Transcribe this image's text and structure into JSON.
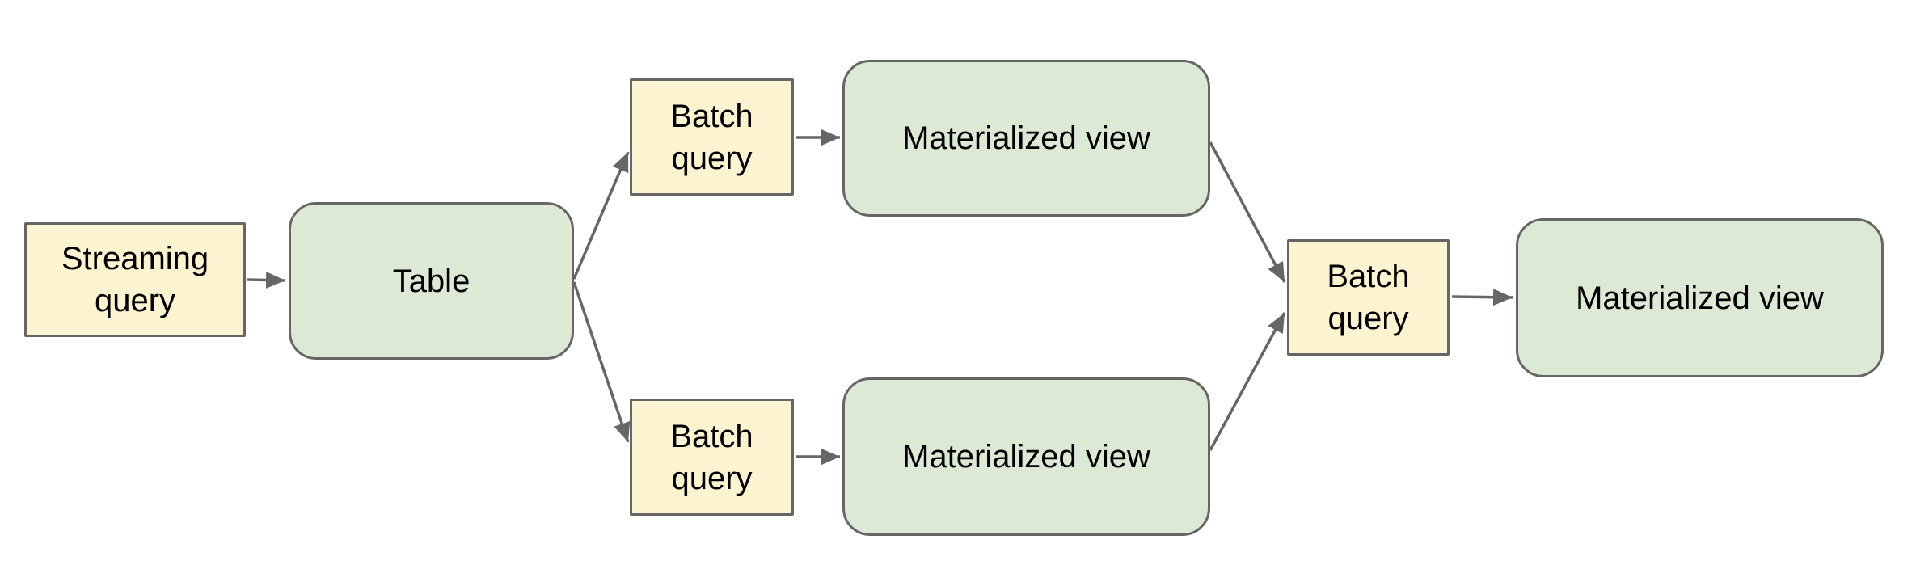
{
  "diagram": {
    "colors": {
      "query_fill": "#fcf3d0",
      "entity_fill": "#dce9d5",
      "border": "#666666",
      "edge": "#666666",
      "text": "#000000",
      "background": "#ffffff"
    },
    "nodes": [
      {
        "id": "streaming-query",
        "label": "Streaming query",
        "type": "query"
      },
      {
        "id": "table",
        "label": "Table",
        "type": "entity"
      },
      {
        "id": "batch-query-top",
        "label": "Batch query",
        "type": "query"
      },
      {
        "id": "materialized-view-top",
        "label": "Materialized view",
        "type": "entity"
      },
      {
        "id": "batch-query-bottom",
        "label": "Batch query",
        "type": "query"
      },
      {
        "id": "materialized-view-bottom",
        "label": "Materialized view",
        "type": "entity"
      },
      {
        "id": "batch-query-right",
        "label": "Batch query",
        "type": "query"
      },
      {
        "id": "materialized-view-right",
        "label": "Materialized view",
        "type": "entity"
      }
    ],
    "edges": [
      {
        "from": "streaming-query",
        "to": "table"
      },
      {
        "from": "table",
        "to": "batch-query-top"
      },
      {
        "from": "table",
        "to": "batch-query-bottom"
      },
      {
        "from": "batch-query-top",
        "to": "materialized-view-top"
      },
      {
        "from": "batch-query-bottom",
        "to": "materialized-view-bottom"
      },
      {
        "from": "materialized-view-top",
        "to": "batch-query-right"
      },
      {
        "from": "materialized-view-bottom",
        "to": "batch-query-right"
      },
      {
        "from": "batch-query-right",
        "to": "materialized-view-right"
      }
    ]
  }
}
